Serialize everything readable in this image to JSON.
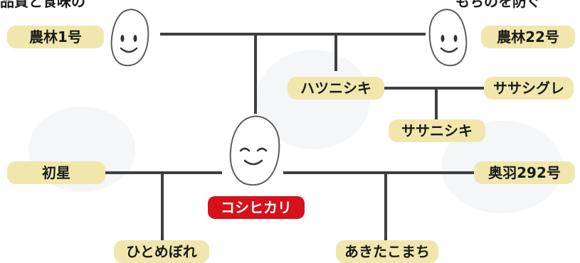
{
  "top_text": {
    "left": "品質と食味の",
    "right": "もちのを防ぐ"
  },
  "varieties": {
    "norin1": "農林1号",
    "norin22": "農林22号",
    "hatsunishiki": "ハツニシキ",
    "sasashigure": "ササシグレ",
    "sasanishiki": "ササニシキ",
    "hatsuboshi": "初星",
    "koshihikari": "コシヒカリ",
    "ou292": "奥羽292号",
    "hitomebore": "ひとめぼれ",
    "akitakomachi": "あきたこまち"
  },
  "colors": {
    "label_bg": "#f1e7ad",
    "highlight": "#d7111a",
    "line": "#3f3f3f",
    "grain_outline": "#5c5c5c"
  }
}
